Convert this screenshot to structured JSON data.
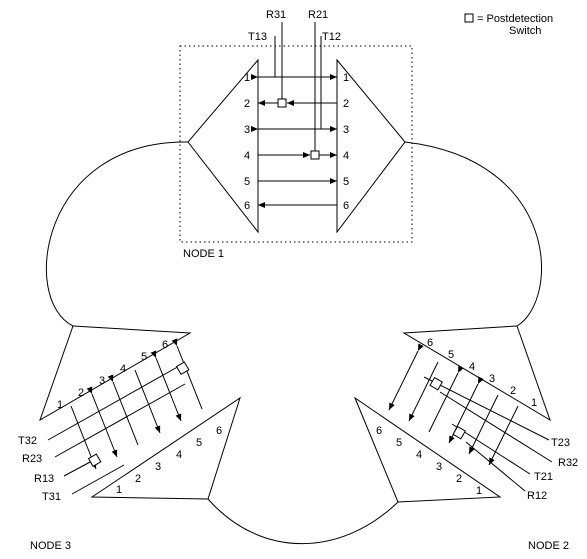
{
  "legend": {
    "symbol": "□",
    "text_line1": "= Postdetection",
    "text_line2": "Switch"
  },
  "node1": {
    "name": "NODE 1",
    "labels": {
      "r31": "R31",
      "r21": "R21",
      "t13": "T13",
      "t12": "T12"
    },
    "ports_left": [
      "1",
      "2",
      "3",
      "4",
      "5",
      "6"
    ],
    "ports_right": [
      "1",
      "2",
      "3",
      "4",
      "5",
      "6"
    ]
  },
  "node2": {
    "name": "NODE 2",
    "labels": {
      "t23": "T23",
      "r32": "R32",
      "t21": "T21",
      "r12": "R12"
    },
    "ports_outer": [
      "6",
      "5",
      "4",
      "3",
      "2",
      "1"
    ],
    "ports_inner": [
      "6",
      "5",
      "4",
      "3",
      "2",
      "1"
    ]
  },
  "node3": {
    "name": "NODE 3",
    "labels": {
      "t32": "T32",
      "r23": "R23",
      "r13": "R13",
      "t31": "T31"
    },
    "ports_outer": [
      "1",
      "2",
      "3",
      "4",
      "5",
      "6"
    ],
    "ports_inner": [
      "1",
      "2",
      "3",
      "4",
      "5",
      "6"
    ]
  }
}
